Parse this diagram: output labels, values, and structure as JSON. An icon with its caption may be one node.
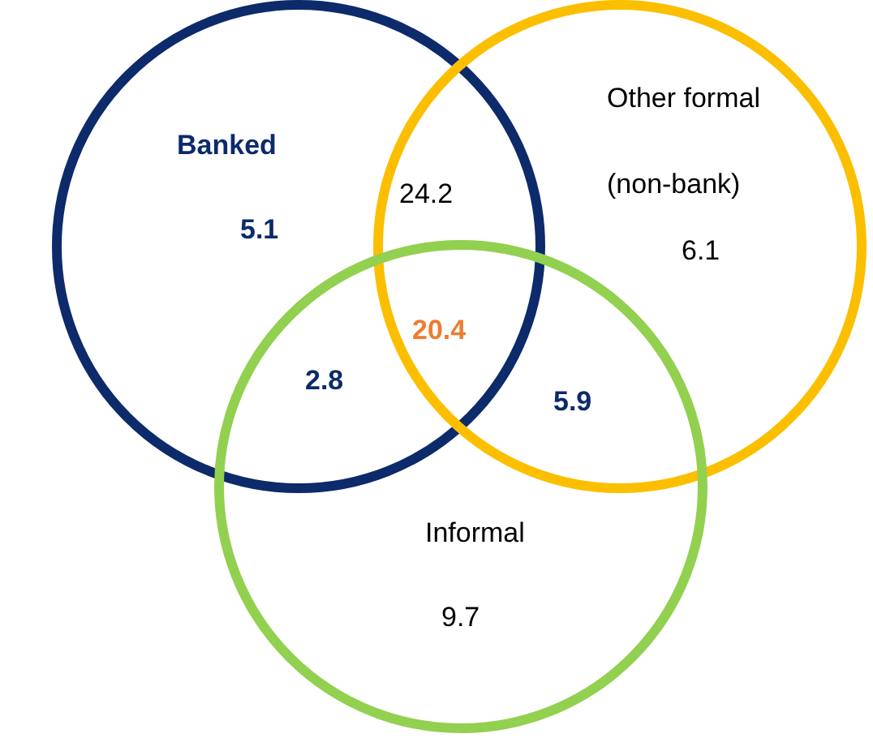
{
  "diagram": {
    "nodes": [
      {
        "text": [
          "Banked",
          "5.1"
        ]
      },
      {
        "text": [
          "Other formal (non-bank)",
          "6.1"
        ]
      },
      {
        "text": [
          "Informal",
          "9.7"
        ]
      }
    ],
    "edges": [],
    "labels": [
      "24.2",
      "20.4",
      "2.8",
      "5.9"
    ]
  }
}
